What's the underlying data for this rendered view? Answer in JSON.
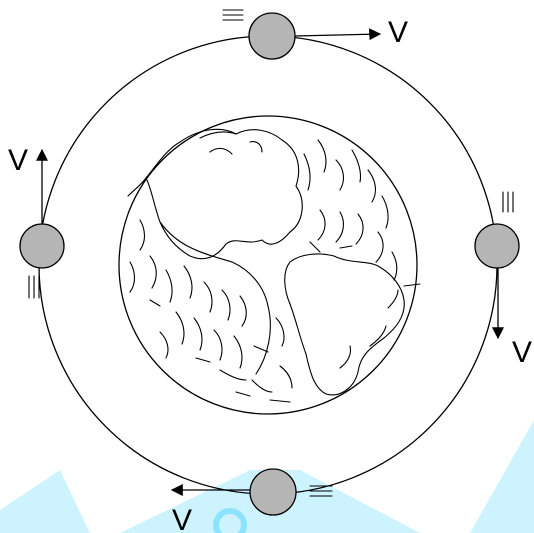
{
  "labels": {
    "v_top": "V",
    "v_left": "V",
    "v_right": "V",
    "v_bottom": "V"
  },
  "colors": {
    "satellite_fill": "#b5b5b5",
    "watermark": "#00c8ff",
    "line": "#000000"
  },
  "satellites": [
    {
      "position": "top",
      "velocity_direction": "right"
    },
    {
      "position": "right",
      "velocity_direction": "down"
    },
    {
      "position": "bottom",
      "velocity_direction": "left"
    },
    {
      "position": "left",
      "velocity_direction": "up"
    }
  ]
}
